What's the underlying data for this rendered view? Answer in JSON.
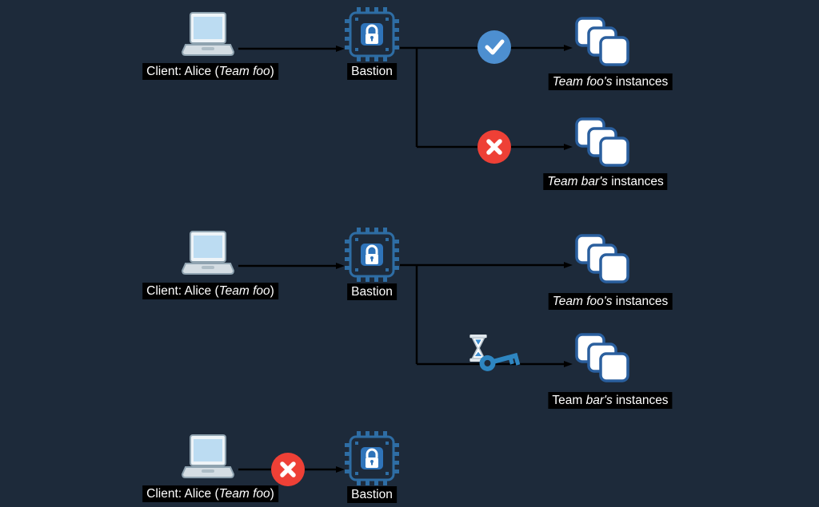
{
  "canvas": {
    "bg": "#1d2a3a"
  },
  "colors": {
    "arrow": "#000000",
    "label_bg": "#000000",
    "label_text": "#ffffff",
    "bastion_blue": "#2e6da4",
    "lock_panel_blue": "#2f74ba",
    "instance_border": "#2a5f9e",
    "allow_circle": "#4d8fd0",
    "deny_circle": "#ee4036",
    "key_blue": "#2e86c1"
  },
  "icons": {
    "laptop": "client-laptop-icon",
    "bastion": "bastion-chip-lock-icon",
    "instances": "instances-stack-icon",
    "allow": "check-icon",
    "deny": "x-icon",
    "hourglass": "hourglass-icon",
    "key": "key-icon"
  },
  "rows": {
    "r1": {
      "client": {
        "pre": "Client: Alice (",
        "em": "Team foo",
        "post": ")"
      },
      "bastion": "Bastion",
      "allow_target": {
        "pre": "",
        "em": "Team foo's",
        "post": " instances"
      },
      "deny_target": {
        "pre": "",
        "em": "Team bar's",
        "post": " instances"
      }
    },
    "r2": {
      "client": {
        "pre": "Client: Alice (",
        "em": "Team foo",
        "post": ")"
      },
      "bastion": "Bastion",
      "direct_target": {
        "pre": "",
        "em": "Team foo's",
        "post": " instances"
      },
      "wait_target": {
        "pre": "Team ",
        "em": "bar's",
        "post": " instances"
      }
    },
    "r3": {
      "client": {
        "pre": "Client: Alice (",
        "em": "Team foo",
        "post": ")"
      },
      "bastion": "Bastion"
    }
  }
}
